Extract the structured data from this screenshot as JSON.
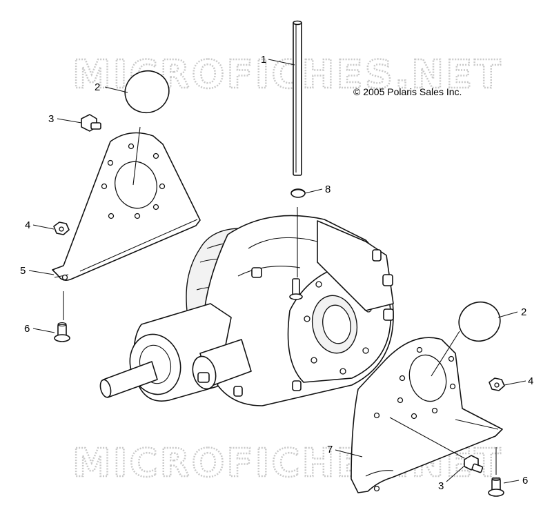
{
  "watermark": {
    "top": "MICROFICHES.NET",
    "bottom": "MICROFICHES.NET"
  },
  "copyright": "© 2005 Polaris Sales Inc.",
  "callouts": [
    {
      "id": "c1",
      "label": "1",
      "part": "tube"
    },
    {
      "id": "c2a",
      "label": "2",
      "part": "gasket-left"
    },
    {
      "id": "c3a",
      "label": "3",
      "part": "bolt-left"
    },
    {
      "id": "c4a",
      "label": "4",
      "part": "nut-left"
    },
    {
      "id": "c5",
      "label": "5",
      "part": "bracket-left"
    },
    {
      "id": "c6a",
      "label": "6",
      "part": "pin-left"
    },
    {
      "id": "c8",
      "label": "8",
      "part": "clamp"
    },
    {
      "id": "c2b",
      "label": "2",
      "part": "gasket-right"
    },
    {
      "id": "c4b",
      "label": "4",
      "part": "nut-right"
    },
    {
      "id": "c7",
      "label": "7",
      "part": "bracket-right"
    },
    {
      "id": "c3b",
      "label": "3",
      "part": "bolt-right"
    },
    {
      "id": "c6b",
      "label": "6",
      "part": "pin-right"
    }
  ]
}
